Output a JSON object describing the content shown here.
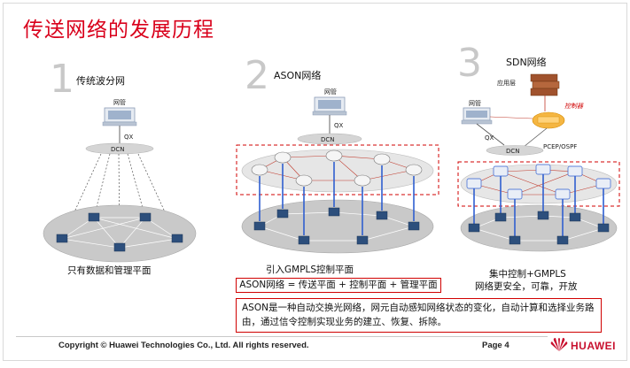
{
  "title": "传送网络的发展历程",
  "sections": [
    {
      "number": "1",
      "heading": "传统波分网",
      "nms_label": "网管",
      "link_label": "QX",
      "dcn_label": "DCN",
      "caption": "只有数据和管理平面"
    },
    {
      "number": "2",
      "heading": "ASON网络",
      "nms_label": "网管",
      "link_label": "QX",
      "dcn_label": "DCN",
      "caption": "引入GMPLS控制平面"
    },
    {
      "number": "3",
      "heading": "SDN网络",
      "app_label": "应用层",
      "controller_label": "控制器",
      "nms_label": "网管",
      "link_label": "QX",
      "dcn_label": "DCN",
      "protocol_label": "PCEP/OSPF",
      "caption_line1": "集中控制+GMPLS",
      "caption_line2": "网络更安全，可靠，开放"
    }
  ],
  "equation": "ASON网络 = 传送平面 + 控制平面 + 管理平面",
  "description": "ASON是一种自动交换光网络，网元自动感知网络状态的变化，自动计算和选择业务路由，通过信令控制实现业务的建立、恢复、拆除。",
  "footer": {
    "copyright": "Copyright © Huawei Technologies Co., Ltd. All rights reserved.",
    "page": "Page 4",
    "brand": "HUAWEI"
  },
  "colors": {
    "title": "#d9001b",
    "accent_red": "#d00000",
    "blue_arrow": "#2f5fd0",
    "ellipse": "#bfbfbf"
  }
}
